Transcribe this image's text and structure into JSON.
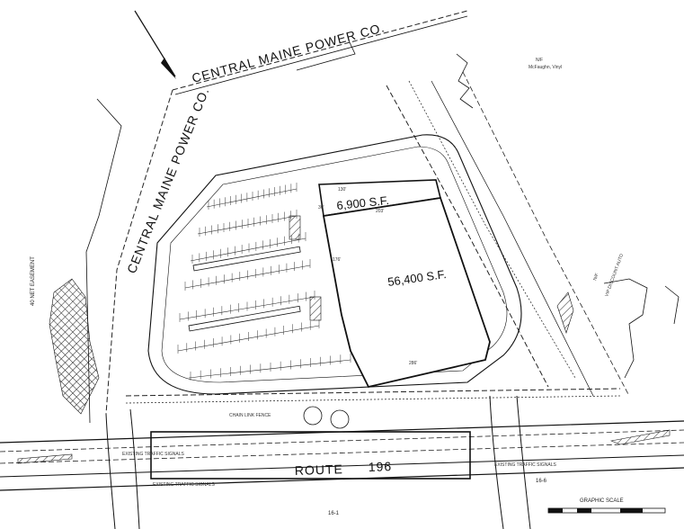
{
  "labels": {
    "cmp_top": "CENTRAL MAINE POWER CO.",
    "cmp_left": "CENTRAL MAINE POWER CO.",
    "building_small_area": "6,900 S.F.",
    "building_large_area": "56,400 S.F.",
    "route": "ROUTE",
    "route_number": "196",
    "easement": "40 NET EASEMENT",
    "chain_link_fence": "CHAIN LINK FENCE",
    "abutter_mchugh_nf": "N/F",
    "abutter_mchugh_name": "McFaughn, Vinyl",
    "abutter_discount_nf": "N/F",
    "abutter_discount_name": "VIP DISCOUNT AUTO",
    "graphic_scale": "GRAPHIC SCALE",
    "sheet_ref_1": "16-1",
    "sheet_ref_6": "16-6",
    "existing_signals_left": "EXISTING TRAFFIC SIGNALS",
    "existing_signals_mid": "EXISTING TRAFFIC SIGNALS",
    "existing_signals_right": "EXISTING TRAFFIC SIGNALS",
    "dim_130": "130'",
    "dim_203": "203'",
    "dim_286": "286'",
    "dim_30": "30'",
    "dim_176": "176'"
  },
  "colors": {
    "ink": "#111111",
    "paper": "#ffffff"
  }
}
